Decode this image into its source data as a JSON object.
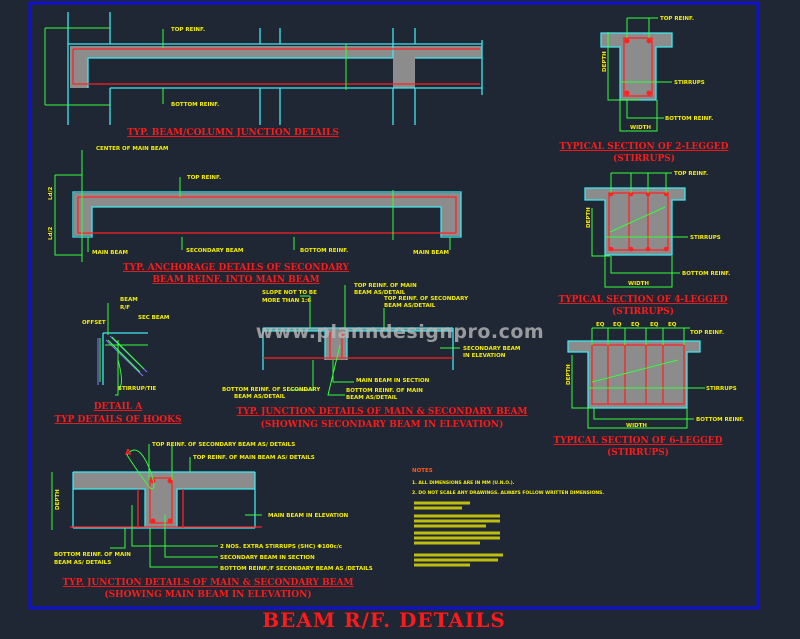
{
  "colors": {
    "background": "#1f2634",
    "frame": "#1010d0",
    "concrete_outline": "#3de8f0",
    "reinforcement": "#ff2222",
    "dimension_lines": "#34ff3a",
    "labels": "#f5f000",
    "titles": "#ff1a1a"
  },
  "sheet_title": "BEAM R/F. DETAILS",
  "watermark": "www.planndesignpro.com",
  "beam_column": {
    "title": "TYP. BEAM/COLUMN JUNCTION DETAILS",
    "top_reinf": "TOP REINF.",
    "bottom_reinf": "BOTTOM REINF."
  },
  "anchorage": {
    "title_line1": "TYP. ANCHORAGE DETAILS OF SECONDARY",
    "title_line2": "BEAM REINF. INTO MAIN BEAM",
    "center": "CENTER OF MAIN BEAM",
    "top_reinf": "TOP REINF.",
    "main_beam_left": "MAIN BEAM",
    "secondary_beam": "SECONDARY BEAM",
    "bottom_reinf": "BOTTOM REINF.",
    "main_beam_right": "MAIN BEAM",
    "dim_top": "Ld/2",
    "dim_bottom": "Ld/2"
  },
  "section2": {
    "title": "TYPICAL SECTION OF 2-LEGGED",
    "subtitle": "(STIRRUPS)",
    "top_reinf": "TOP REINF.",
    "stirrups": "STIRRUPS",
    "bottom_reinf": "BOTTOM REINF.",
    "width": "WIDTH",
    "depth": "DEPTH"
  },
  "section4": {
    "title": "TYPICAL SECTION OF 4-LEGGED",
    "subtitle": "(STIRRUPS)",
    "top_reinf": "TOP REINF.",
    "stirrups": "STIRRUPS",
    "bottom_reinf": "BOTTOM REINF.",
    "width": "WIDTH",
    "depth": "DEPTH"
  },
  "section6": {
    "title": "TYPICAL SECTION OF 6-LEGGED",
    "subtitle": "(STIRRUPS)",
    "eq": [
      "EQ",
      "EQ",
      "EQ",
      "EQ",
      "EQ"
    ],
    "top_reinf": "TOP REINF.",
    "stirrups": "STIRRUPS",
    "bottom_reinf": "BOTTOM REINF.",
    "width": "WIDTH",
    "depth": "DEPTH"
  },
  "detail_a": {
    "title": "DETAIL A",
    "subtitle": "TYP DETAILS OF HOOKS",
    "beam_rf_1": "BEAM",
    "beam_rf_2": "R/F",
    "offset": "OFFSET",
    "sec_beam": "SEC BEAM",
    "stirrup": "STIRRUP/TIE"
  },
  "junction_sec_elev": {
    "title": "TYP. JUNCTION DETAILS OF MAIN & SECONDARY BEAM",
    "subtitle": "(SHOWING SECONDARY BEAM IN ELEVATION)",
    "slope_1": "SLOPE NOT TO BE",
    "slope_2": "MORE THAN 1:6",
    "top_main_1": "TOP REINF. OF MAIN",
    "top_main_2": "BEAM AS/DETAIL",
    "top_sec_1": "TOP REINF. OF SECONDARY",
    "top_sec_2": "BEAM AS/DETAIL",
    "sec_elev_1": "SECONDARY BEAM",
    "sec_elev_2": "IN ELEVATION",
    "main_section": "MAIN BEAM IN SECTION",
    "bot_sec_1": "BOTTOM REINF. OF SECONDARY",
    "bot_sec_2": "BEAM AS/DETAIL",
    "bot_main_1": "BOTTOM REINF. OF MAIN",
    "bot_main_2": "BEAM AS/DETAIL"
  },
  "junction_main_elev": {
    "title": "TYP. JUNCTION DETAILS OF MAIN & SECONDARY BEAM",
    "subtitle": "(SHOWING MAIN BEAM IN ELEVATION)",
    "marker": "A",
    "top_sec": "TOP REINF. OF SECONDARY BEAM AS/ DETAILS",
    "top_main": "TOP REINF. OF MAIN BEAM AS/ DETAILS",
    "main_elev": "MAIN BEAM IN ELEVATION",
    "extra_stirrups": "2 NOS. EXTRA STIRRUPS (SHC) Φ100c/c",
    "sec_section": "SECONDARY BEAM IN SECTION",
    "bot_sec": "BOTTOM REINF./F SECONDARY BEAM AS /DETAILS",
    "bot_main_1": "BOTTOM REINF. OF MAIN",
    "bot_main_2": "BEAM AS/ DETAILS",
    "depth": "DEPTH"
  },
  "notes": {
    "heading": "NOTES",
    "items": [
      "1. ALL DIMENSIONS ARE IN MM (U.N.O.).",
      "2. DO NOT SCALE ANY DRAWINGS. ALWAYS FOLLOW WRITTEN DIMENSIONS."
    ]
  }
}
